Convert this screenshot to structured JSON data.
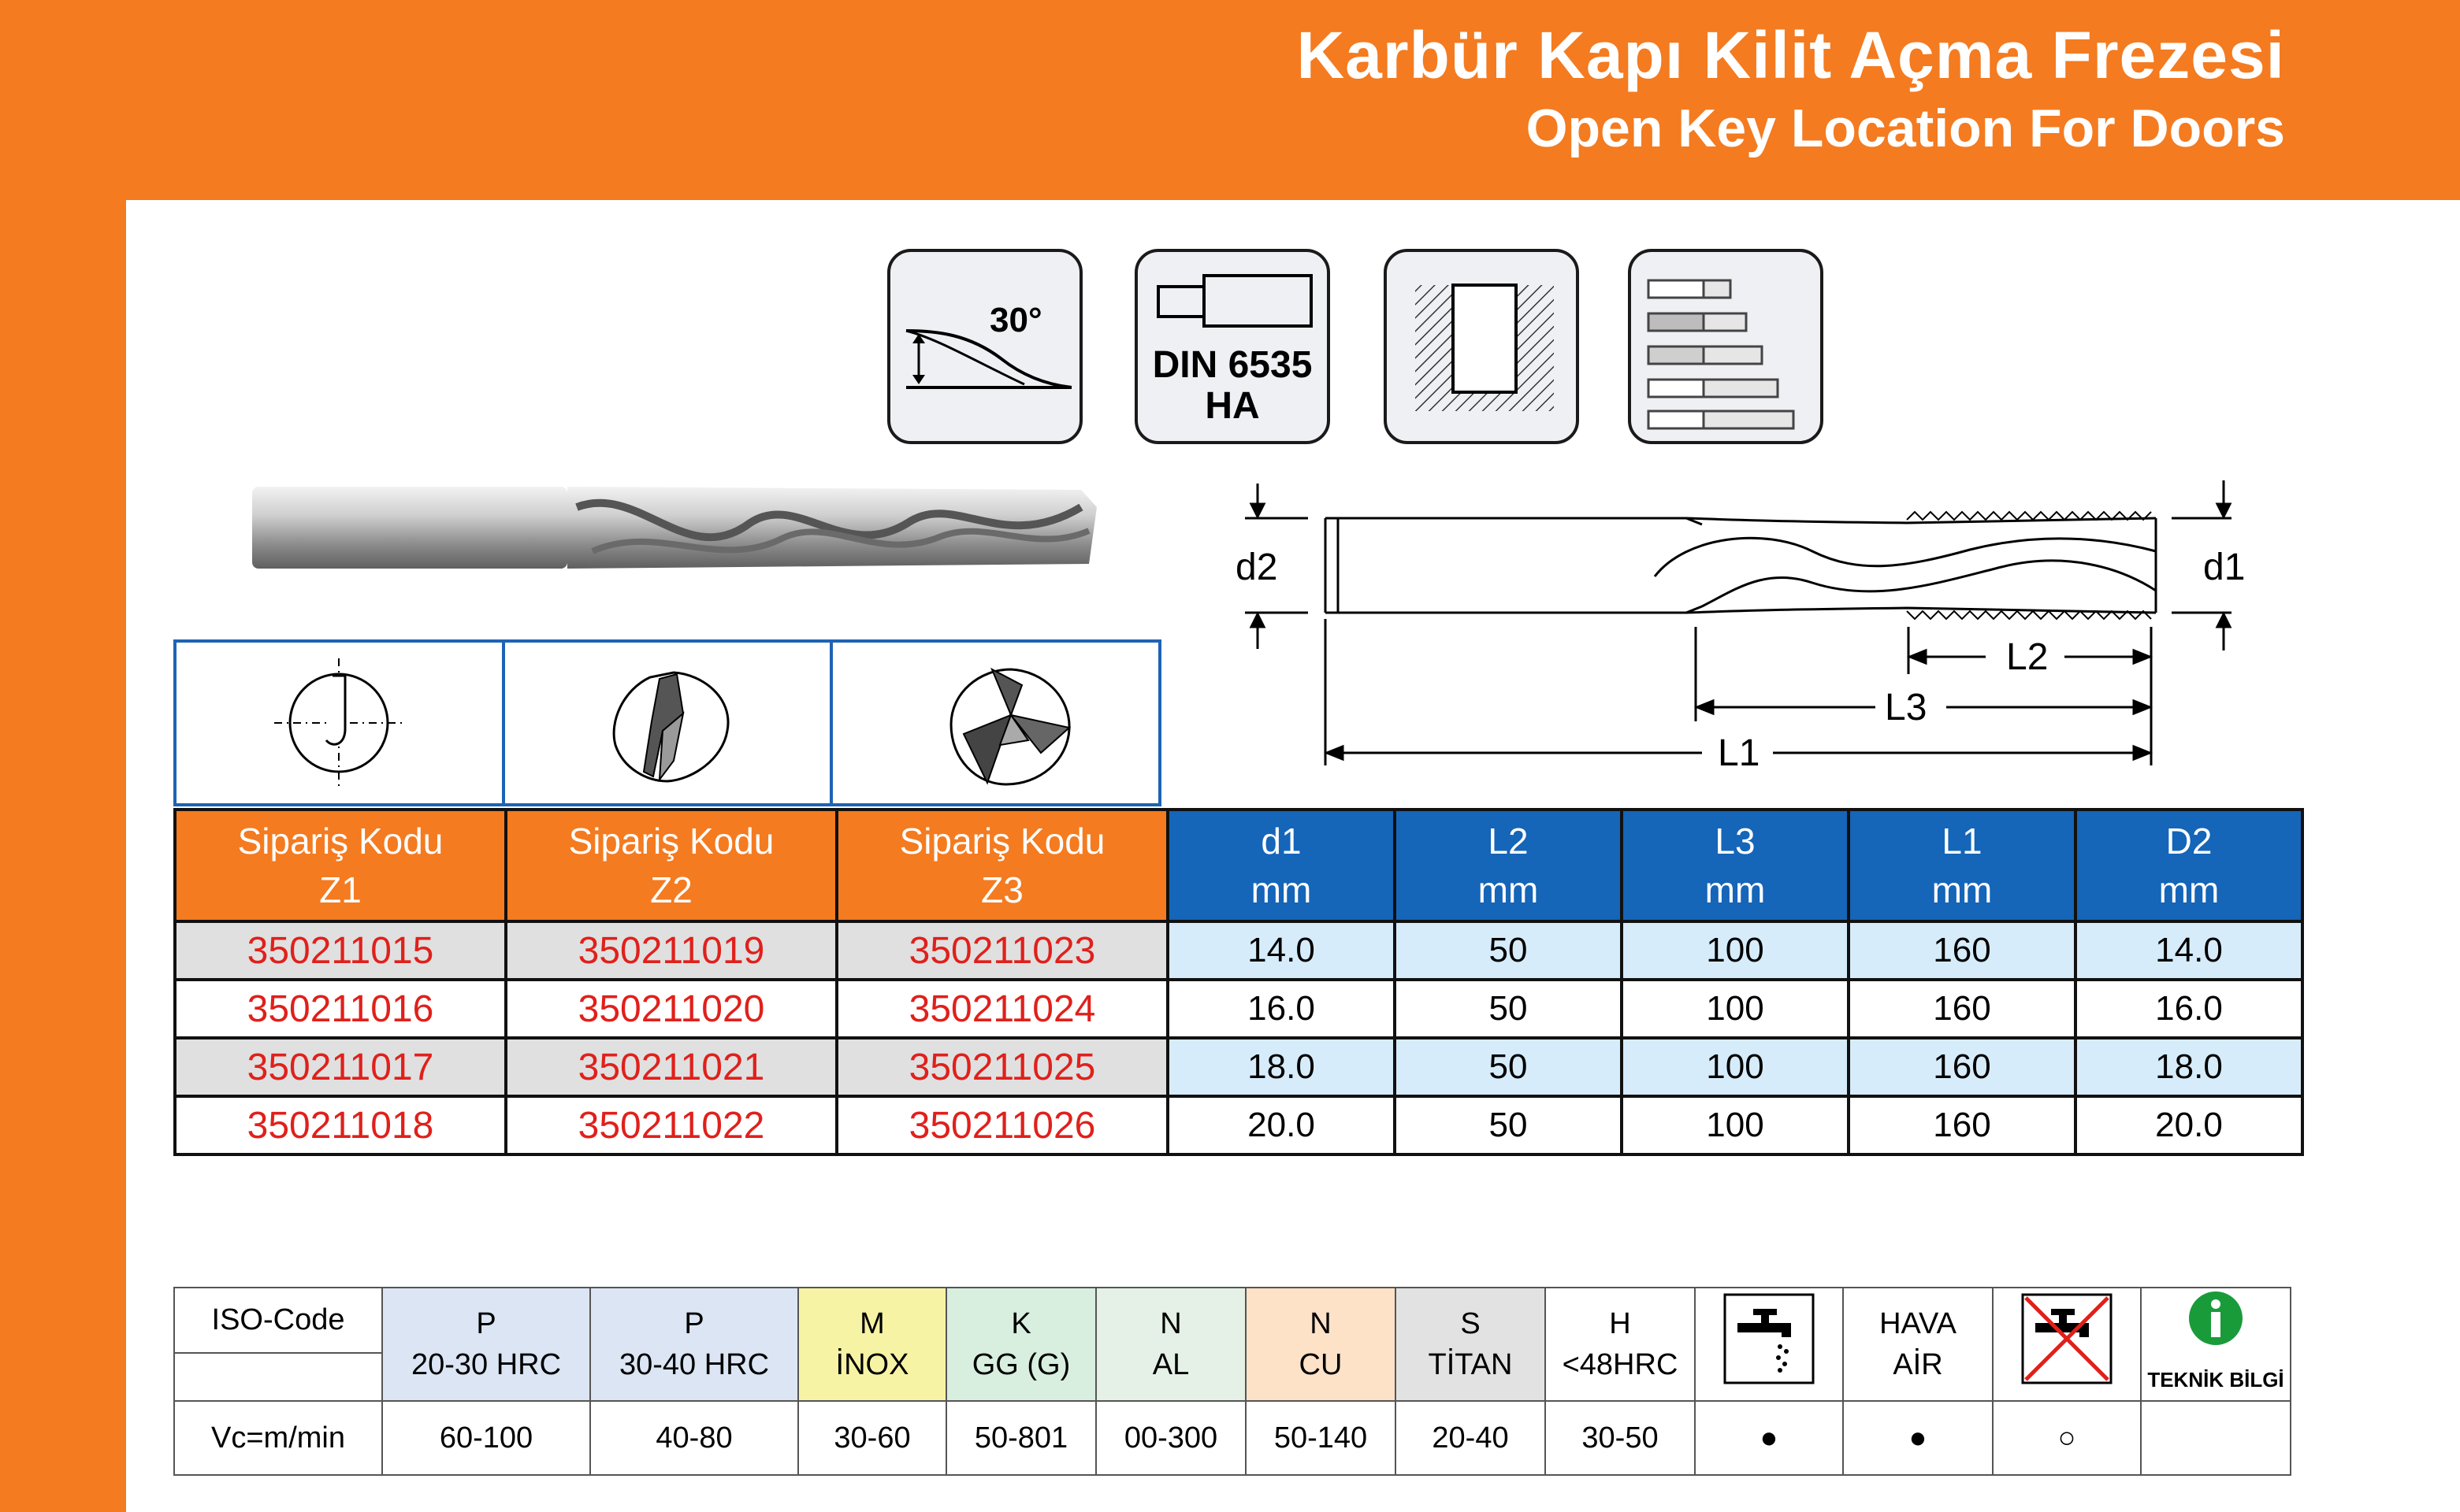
{
  "header": {
    "title_tr": "Karbür Kapı Kilit Açma Frezesi",
    "title_en": "Open Key Location For Doors"
  },
  "icons": {
    "helix_angle": "30°",
    "din_line1": "DIN 6535",
    "din_line2": "HA"
  },
  "drawing": {
    "d2": "d2",
    "d1": "d1",
    "L2": "L2",
    "L3": "L3",
    "L1": "L1"
  },
  "spec_table": {
    "headers": [
      {
        "l1": "Sipariş Kodu",
        "l2": "Z1"
      },
      {
        "l1": "Sipariş Kodu",
        "l2": "Z2"
      },
      {
        "l1": "Sipariş Kodu",
        "l2": "Z3"
      },
      {
        "l1": "d1",
        "l2": "mm"
      },
      {
        "l1": "L2",
        "l2": "mm"
      },
      {
        "l1": "L3",
        "l2": "mm"
      },
      {
        "l1": "L1",
        "l2": "mm"
      },
      {
        "l1": "D2",
        "l2": "mm"
      }
    ],
    "rows": [
      [
        "350211015",
        "350211019",
        "350211023",
        "14.0",
        "50",
        "100",
        "160",
        "14.0"
      ],
      [
        "350211016",
        "350211020",
        "350211024",
        "16.0",
        "50",
        "100",
        "160",
        "16.0"
      ],
      [
        "350211017",
        "350211021",
        "350211025",
        "18.0",
        "50",
        "100",
        "160",
        "18.0"
      ],
      [
        "350211018",
        "350211022",
        "350211026",
        "20.0",
        "50",
        "100",
        "160",
        "20.0"
      ]
    ]
  },
  "iso_table": {
    "iso_code_label": "ISO-Code",
    "vc_label": "Vc=m/min",
    "columns": [
      {
        "l1": "P",
        "l2": "20-30 HRC",
        "vc": "60-100"
      },
      {
        "l1": "P",
        "l2": "30-40 HRC",
        "vc": "40-80"
      },
      {
        "l1": "M",
        "l2": "İNOX",
        "vc": "30-60"
      },
      {
        "l1": "K",
        "l2": "GG (G)",
        "vc": "50-801"
      },
      {
        "l1": "N",
        "l2": "AL",
        "vc": "00-300"
      },
      {
        "l1": "N",
        "l2": "CU",
        "vc": "50-140"
      },
      {
        "l1": "S",
        "l2": "TİTAN",
        "vc": "20-40"
      },
      {
        "l1": "H",
        "l2": "<48HRC",
        "vc": "30-50"
      }
    ],
    "coolant": {
      "vc": "●"
    },
    "air": {
      "l1": "HAVA",
      "l2": "AİR",
      "vc": "●"
    },
    "dry": {
      "vc": "○"
    },
    "info": {
      "label": "TEKNİK BİLGİ"
    }
  },
  "colors": {
    "brand_orange": "#f47b20",
    "header_blue": "#1565b8",
    "code_red": "#e0201b"
  }
}
